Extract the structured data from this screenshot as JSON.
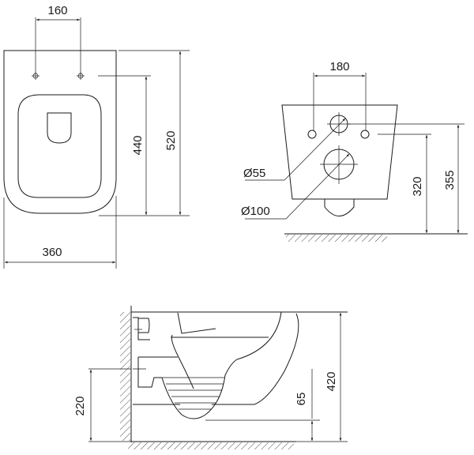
{
  "top_view": {
    "dim_bolt_spacing": "160",
    "dim_total_length": "520",
    "dim_bolt_to_front": "440",
    "dim_width": "360"
  },
  "rear_view": {
    "dim_bolt_spacing": "180",
    "dim_inlet_diameter": "Ø55",
    "dim_outlet_diameter": "Ø100",
    "dim_bolt_height": "320",
    "dim_inlet_height": "355"
  },
  "side_view": {
    "dim_outlet_height": "220",
    "dim_water_seal": "65",
    "dim_total_height": "420"
  },
  "colors": {
    "line": "#1a1a1a",
    "background": "#ffffff"
  }
}
